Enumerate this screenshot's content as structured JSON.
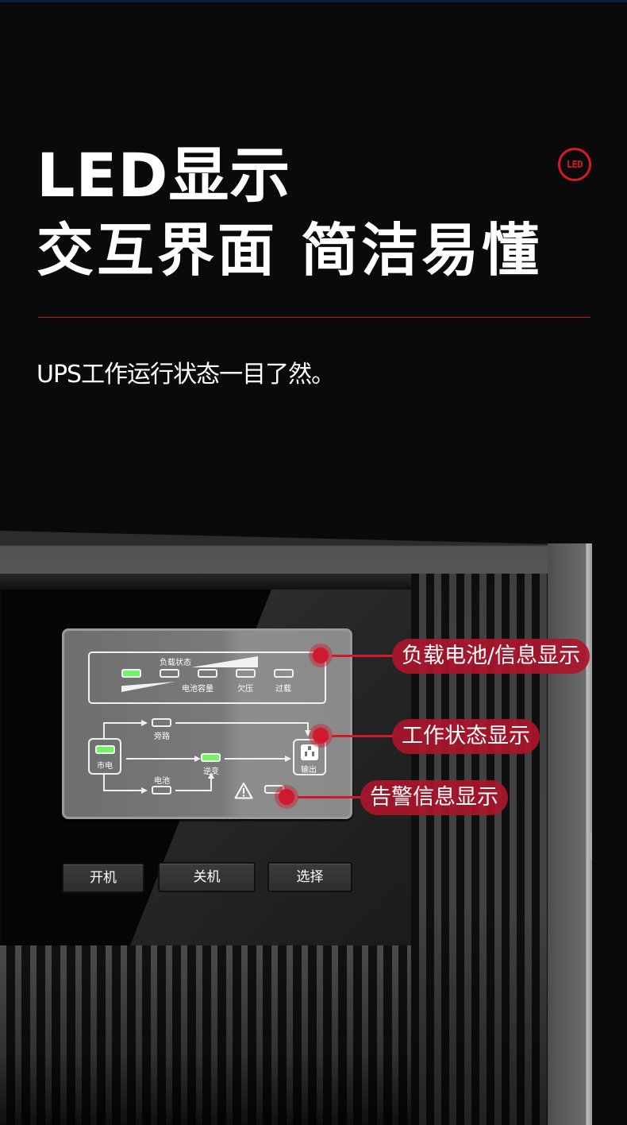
{
  "header": {
    "title_line1": "LED显示",
    "title_line2": "交互界面 简洁易懂",
    "badge": {
      "icon": "led-logo-icon",
      "text": "LED",
      "color": "#d7182a"
    },
    "subtitle": "UPS工作运行状态一目了然。"
  },
  "colors": {
    "accent_red": "#d0192c",
    "callout_bg": "#aa162c",
    "led_green": "#79f06d",
    "background": "#0a0a0a"
  },
  "panel": {
    "load_section": {
      "load_label": "负载状态",
      "battery_label": "电池容量",
      "indicators": [
        {
          "id": "level1",
          "state": "on"
        },
        {
          "id": "level2",
          "state": "off"
        },
        {
          "id": "level3",
          "state": "off"
        },
        {
          "id": "undervoltage",
          "state": "off",
          "label": "欠压"
        },
        {
          "id": "overload",
          "state": "off",
          "label": "过载"
        }
      ]
    },
    "flow": {
      "mains": {
        "label": "市电",
        "state": "on"
      },
      "bypass": {
        "label": "旁路",
        "state": "off"
      },
      "battery": {
        "label": "电池",
        "state": "off"
      },
      "inverter": {
        "label": "逆变",
        "state": "on"
      },
      "output": {
        "label": "输出",
        "icon": "power-outlet-icon"
      },
      "alarm": {
        "icon": "warning-triangle-icon",
        "state": "off"
      }
    }
  },
  "callouts": [
    {
      "label": "负载电池/信息显示"
    },
    {
      "label": "工作状态显示"
    },
    {
      "label": "告警信息显示"
    }
  ],
  "buttons": [
    {
      "label": "开机"
    },
    {
      "label": "关机"
    },
    {
      "label": "选择"
    }
  ]
}
